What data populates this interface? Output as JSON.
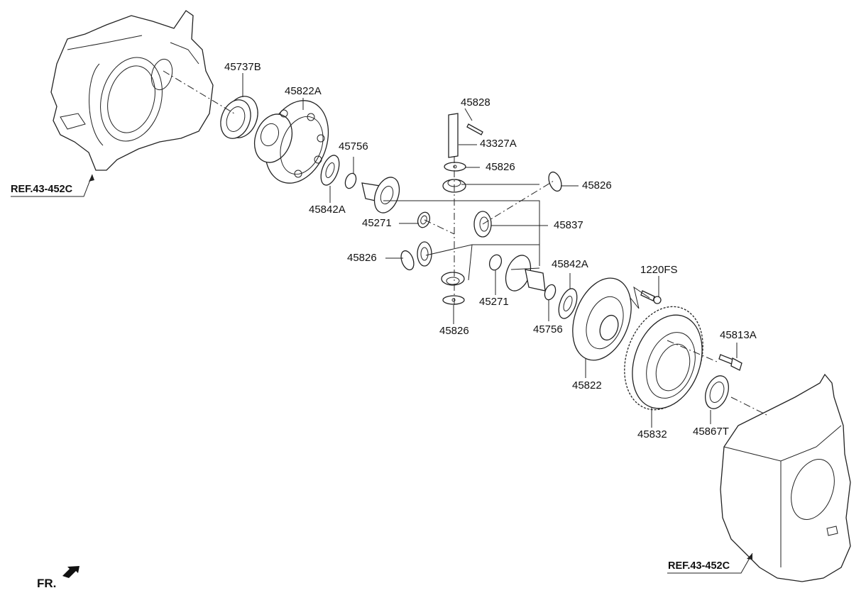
{
  "labels": {
    "p45737B": "45737B",
    "p45822A": "45822A",
    "p45828": "45828",
    "p43327A": "43327A",
    "p45756_top": "45756",
    "p45826_a": "45826",
    "p45826_b": "45826",
    "p45842A_top": "45842A",
    "p45271_top": "45271",
    "p45837": "45837",
    "p45826_c": "45826",
    "p45842A_bottom": "45842A",
    "p1220FS": "1220FS",
    "p45271_bottom": "45271",
    "p45756_bottom": "45756",
    "p45826_d": "45826",
    "p45813A": "45813A",
    "p45822": "45822",
    "p45832": "45832",
    "p45867T": "45867T"
  },
  "refs": {
    "top_left": "REF.43-452C",
    "bottom_right": "REF.43-452C"
  },
  "front_indicator": "FR."
}
